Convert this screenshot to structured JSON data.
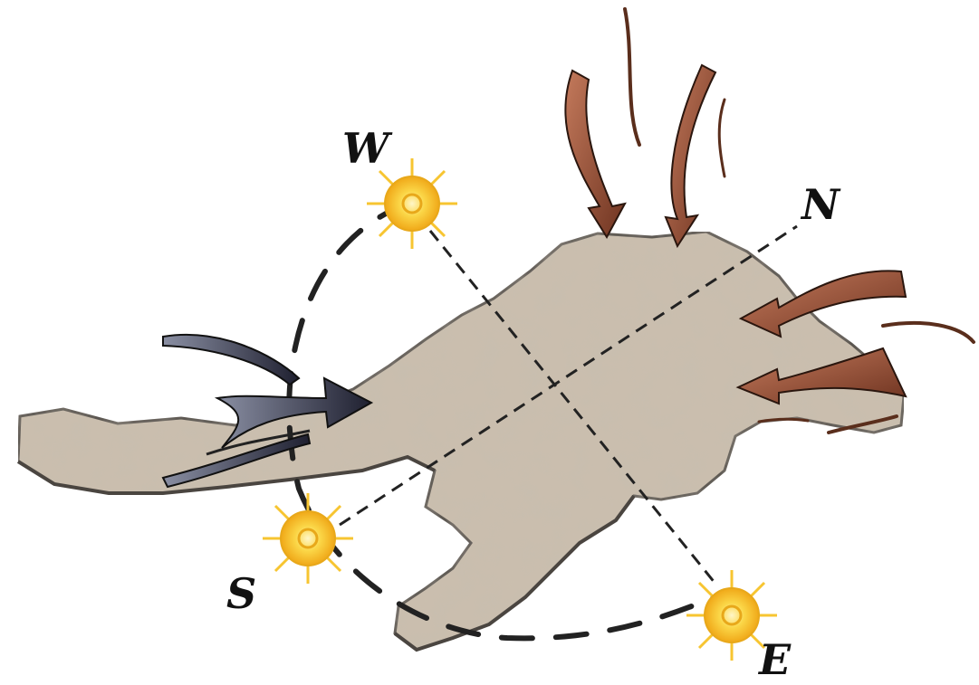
{
  "diagram": {
    "compass": {
      "north": "N",
      "south": "S",
      "west": "W",
      "east": "E"
    },
    "wind_arrows": {
      "warm_count": 4,
      "cold_count": 1
    },
    "colors": {
      "terrain": "#cbbfae",
      "terrain_edge": "#4a4540",
      "warm_wind": "#8a4a34",
      "cold_wind": "#3b3b4a",
      "sun": "#f7c531",
      "sun_core": "#fde68a",
      "dashed_line": "#222222"
    }
  }
}
